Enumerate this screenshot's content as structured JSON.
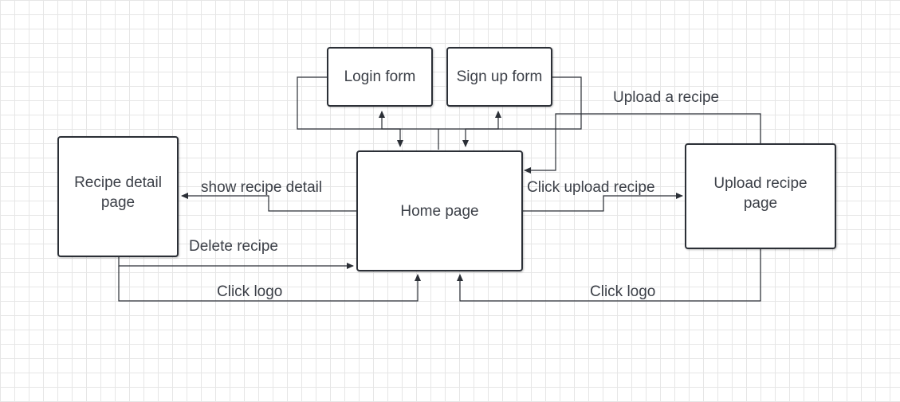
{
  "nodes": {
    "login": "Login form",
    "signup": "Sign up form",
    "home": "Home page",
    "recipe_detail": "Recipe detail page",
    "upload": "Upload recipe page"
  },
  "edges": {
    "upload_a_recipe": "Upload a recipe",
    "show_recipe_detail": "show recipe detail",
    "click_upload_recipe": "Click upload recipe",
    "delete_recipe": "Delete recipe",
    "click_logo_left": "Click logo",
    "click_logo_right": "Click logo"
  },
  "colors": {
    "stroke": "#2b2f36",
    "text": "#3c4048",
    "grid": "#e6e6e6"
  }
}
